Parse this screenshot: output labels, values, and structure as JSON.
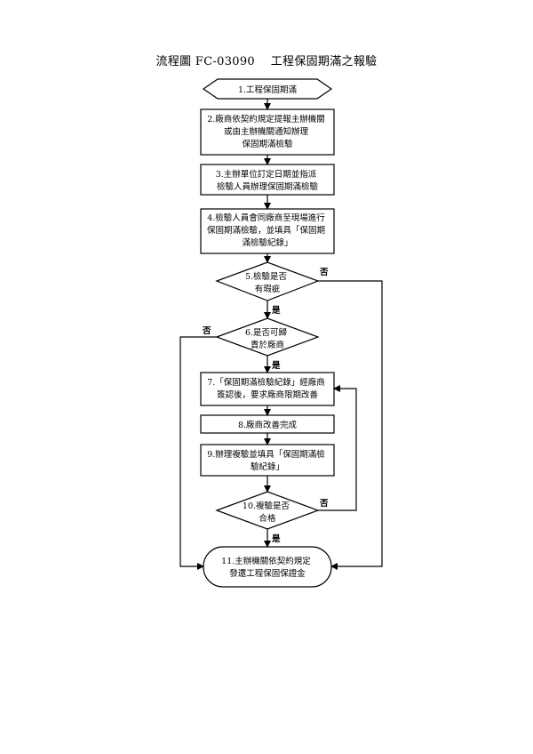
{
  "title": "流程圖 FC-03090　 工程保固期滿之報驗",
  "nodes": {
    "n1": [
      "1.工程保固期滿"
    ],
    "n2": [
      "2.廠商依契約規定提報主辦機關",
      "或由主辦機關通知辦理",
      "保固期滿檢驗"
    ],
    "n3": [
      "3.主辦單位訂定日期並指派",
      "檢驗人員辦理保固期滿檢驗"
    ],
    "n4": [
      "4.檢驗人員會同廠商至現場進行",
      "保固期滿檢驗，並填具「保固期",
      "滿檢驗紀錄」"
    ],
    "n5": [
      "5.檢驗是否",
      "有瑕疵"
    ],
    "n6": [
      "6.是否可歸",
      "責於廠商"
    ],
    "n7": [
      "7.「保固期滿檢驗紀錄」經廠商",
      "簽認後，要求廠商限期改善"
    ],
    "n8": [
      "8.廠商改善完成"
    ],
    "n9": [
      "9.辦理複驗並填具「保固期滿檢",
      "驗紀錄」"
    ],
    "n10": [
      "10.複驗是否",
      "合格"
    ],
    "n11": [
      "11.主辦機關依契約規定",
      "發還工程保固保證金"
    ]
  },
  "labels": {
    "yes": "是",
    "no": "否"
  },
  "colors": {
    "line": "#000000",
    "fill": "#ffffff"
  }
}
